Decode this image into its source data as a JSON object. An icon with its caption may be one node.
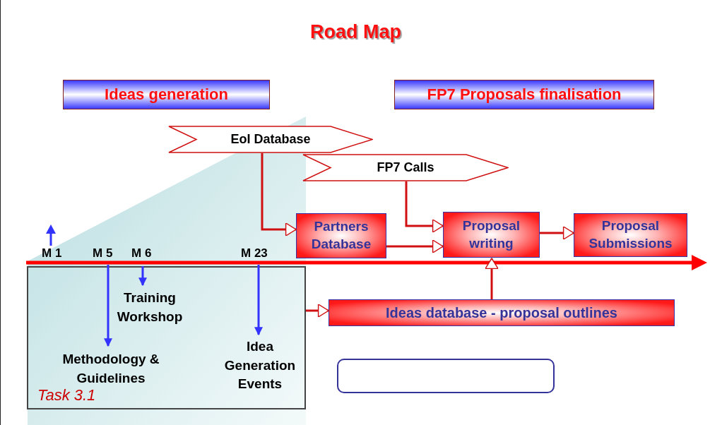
{
  "diagram": {
    "title": "Road Map",
    "nodes": [
      {
        "text": [
          "Ideas generation"
        ]
      },
      {
        "text": [
          "FP7 Proposals finalisation"
        ]
      },
      {
        "text": [
          "EoI Database"
        ]
      },
      {
        "text": [
          "FP7 Calls"
        ]
      },
      {
        "text": [
          "Partners Database"
        ]
      },
      {
        "text": [
          "Proposal writing"
        ]
      },
      {
        "text": [
          "Proposal Submissions"
        ]
      },
      {
        "text": [
          "Task 3.1"
        ]
      },
      {
        "text": [
          "Training Workshop"
        ],
        "in": 7
      },
      {
        "text": [
          "Methodology & Guidelines"
        ],
        "in": 7
      },
      {
        "text": [
          "Idea Generation Events"
        ],
        "in": 7
      },
      {
        "text": [
          "Ideas database - proposal outlines"
        ]
      },
      {
        "text": [],
        "shape": "box"
      }
    ],
    "edges": [
      {
        "from": 2,
        "to": 4,
        "arrow": "to"
      },
      {
        "from": 3,
        "to": 5,
        "arrow": "to"
      },
      {
        "from": 4,
        "to": 5,
        "arrow": "to"
      },
      {
        "from": 5,
        "to": 6,
        "arrow": "to"
      },
      {
        "from": 11,
        "to": 5,
        "arrow": "to"
      },
      {
        "from": 7,
        "to": 11,
        "arrow": "to"
      },
      {
        "from": null,
        "to": 9,
        "arrow": "to",
        "color": "#3333ff"
      },
      {
        "from": null,
        "to": 8,
        "arrow": "to",
        "color": "#3333ff"
      },
      {
        "from": null,
        "to": 10,
        "arrow": "to",
        "color": "#3333ff"
      }
    ],
    "labels": [
      "M 1",
      "M 5",
      "M 6",
      "M 23"
    ]
  }
}
